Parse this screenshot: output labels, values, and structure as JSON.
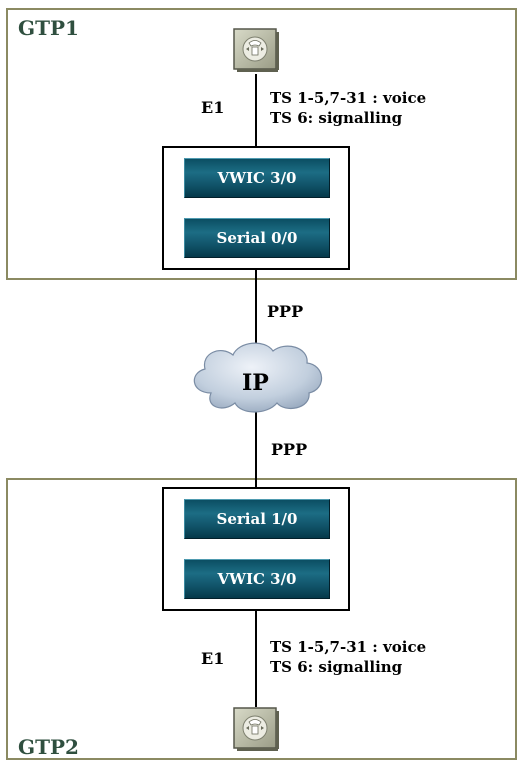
{
  "sites": {
    "top": {
      "label": "GTP1"
    },
    "bottom": {
      "label": "GTP2"
    }
  },
  "links": {
    "top_e1": "E1",
    "bottom_e1": "E1",
    "ppp_upper": "PPP",
    "ppp_lower": "PPP"
  },
  "timeslots": {
    "top": {
      "voice": "TS 1-5,7-31 : voice",
      "signalling": "TS 6: signalling"
    },
    "bottom": {
      "voice": "TS 1-5,7-31 : voice",
      "signalling": "TS 6: signalling"
    }
  },
  "routers": {
    "top": {
      "module_upper": "VWIC  3/0",
      "module_lower": "Serial 0/0"
    },
    "bottom": {
      "module_upper": "Serial 1/0",
      "module_lower": "VWIC  3/0"
    }
  },
  "cloud": {
    "label": "IP"
  },
  "colors": {
    "box_border": "#8b8a62",
    "site_label": "#2f4f3f",
    "module_fill": "#0b4e63",
    "cloud_fill": "#bfccdc"
  },
  "icons": {
    "phone": "pbx-phone-icon",
    "cloud": "ip-cloud-icon"
  }
}
